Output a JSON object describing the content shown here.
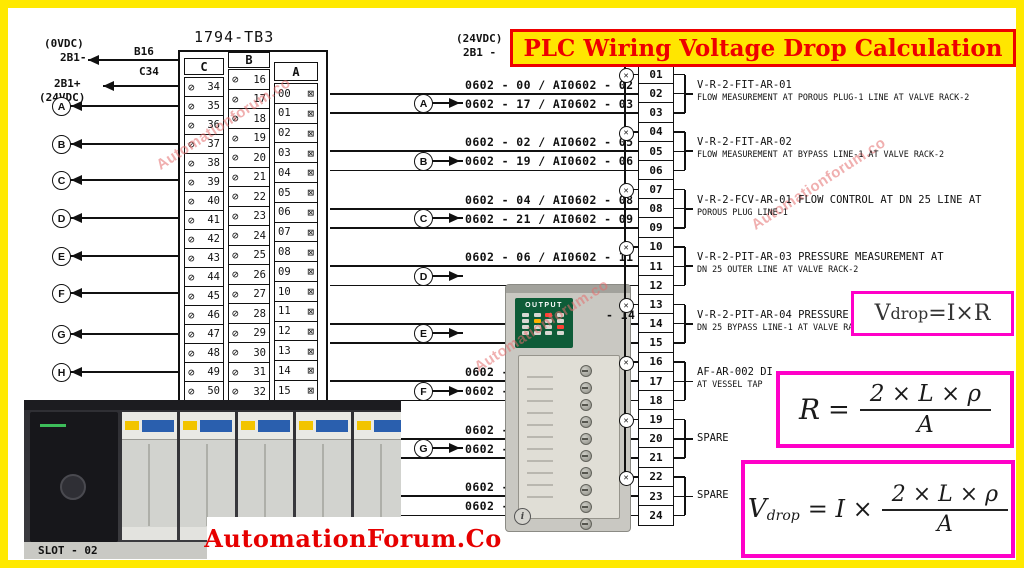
{
  "title": "PLC Wiring Voltage Drop Calculation",
  "brand": "AutomationForum.Co",
  "slot_label": "SLOT - 02",
  "watermark_text": "Automationforum.co",
  "supply": {
    "volts": "(24VDC)",
    "wire": "2B1 -"
  },
  "terminal_block": {
    "name": "1794-TB3",
    "columns": [
      {
        "header": "C",
        "screw": "left",
        "cells": [
          "34",
          "35",
          "36",
          "37",
          "38",
          "39",
          "40",
          "41",
          "42",
          "43",
          "44",
          "45",
          "46",
          "47",
          "48",
          "49",
          "50"
        ]
      },
      {
        "header": "B",
        "screw": "left",
        "cells": [
          "16",
          "17",
          "18",
          "19",
          "20",
          "21",
          "22",
          "23",
          "24",
          "25",
          "26",
          "27",
          "28",
          "29",
          "30",
          "31",
          "32"
        ]
      },
      {
        "header": "A",
        "screw": "right",
        "cells": [
          "00",
          "01",
          "02",
          "03",
          "04",
          "05",
          "06",
          "07",
          "08",
          "09",
          "10",
          "11",
          "12",
          "13",
          "14",
          "15"
        ]
      }
    ]
  },
  "left_labels": [
    "(0VDC)",
    "2B1-",
    "B16",
    "C34",
    "2B1+",
    "(24VDC)"
  ],
  "left_points": [
    "A",
    "B",
    "C",
    "D",
    "E",
    "F",
    "G",
    "H"
  ],
  "mid_points": [
    "A",
    "B",
    "C",
    "D",
    "E",
    "F",
    "G"
  ],
  "wires": [
    {
      "label": "0602 - 00 / AI0602 - 02",
      "terminal": 2
    },
    {
      "label": "0602 - 17 / AI0602 - 03",
      "terminal": 3
    },
    {
      "label": "0602 - 02 / AI0602 - 05",
      "terminal": 5
    },
    {
      "label": "0602 - 19 / AI0602 - 06",
      "terminal": 6
    },
    {
      "label": "0602 - 04 / AI0602 - 08",
      "terminal": 8
    },
    {
      "label": "0602 - 21 / AI0602 - 09",
      "terminal": 9
    },
    {
      "label": "0602 - 06 / AI0602 - 11",
      "terminal": 11
    },
    {
      "label": "",
      "terminal": 12
    },
    {
      "label": "- 14",
      "terminal": 14
    },
    {
      "label": "",
      "terminal": 15
    },
    {
      "label": "0602 - 1",
      "terminal": 17
    },
    {
      "label": "0602 - 2",
      "terminal": 18
    },
    {
      "label": "0602 - 1",
      "terminal": 20
    },
    {
      "label": "0602 - 2",
      "terminal": 21
    },
    {
      "label": "0602 - 2",
      "terminal": 23
    },
    {
      "label": "0602 - 3",
      "terminal": 24
    }
  ],
  "strip": {
    "terminals": [
      "01",
      "02",
      "03",
      "04",
      "05",
      "06",
      "07",
      "08",
      "09",
      "10",
      "11",
      "12",
      "13",
      "14",
      "15",
      "16",
      "17",
      "18",
      "19",
      "20",
      "21",
      "22",
      "23",
      "24"
    ],
    "supply_rows": [
      1,
      4,
      7,
      10,
      13,
      16,
      19,
      22
    ]
  },
  "groups": [
    {
      "from": 1,
      "to": 3,
      "tag": "V-R-2-FIT-AR-01",
      "desc": "FLOW MEASUREMENT AT POROUS PLUG-1 LINE AT VALVE RACK-2"
    },
    {
      "from": 4,
      "to": 6,
      "tag": "V-R-2-FIT-AR-02",
      "desc": "FLOW MEASUREMENT AT BYPASS LINE-1 AT VALVE RACK-2"
    },
    {
      "from": 7,
      "to": 9,
      "tag": "V-R-2-FCV-AR-01   FLOW CONTROL AT DN 25 LINE AT",
      "desc": "POROUS PLUG LINE-1"
    },
    {
      "from": 10,
      "to": 12,
      "tag": "V-R-2-PIT-AR-03   PRESSURE MEASUREMENT AT",
      "desc": "DN 25 OUTER LINE AT VALVE RACK-2"
    },
    {
      "from": 13,
      "to": 15,
      "tag": "V-R-2-PIT-AR-04   PRESSURE MEASUREMENT AT",
      "desc": "DN 25 BYPASS LINE-1 AT VALVE RACK-2"
    },
    {
      "from": 16,
      "to": 18,
      "tag": "AF-AR-002   DI",
      "desc": "AT VESSEL TAP"
    },
    {
      "from": 19,
      "to": 21,
      "tag": "SPARE",
      "desc": ""
    },
    {
      "from": 22,
      "to": 24,
      "tag": "SPARE",
      "desc": ""
    }
  ],
  "formulas": {
    "f1": {
      "v": "V",
      "sub": "drop",
      "rest": "=I×R"
    },
    "f2": {
      "lhs": "R",
      "eq": "=",
      "num": "2 × L × ρ",
      "den": "A"
    },
    "f3": {
      "v": "V",
      "sub": "drop",
      "mid": "= I ×",
      "num": "2 × L × ρ",
      "den": "A"
    }
  },
  "module": {
    "top_label": "OUTPUT",
    "logo": "i"
  }
}
